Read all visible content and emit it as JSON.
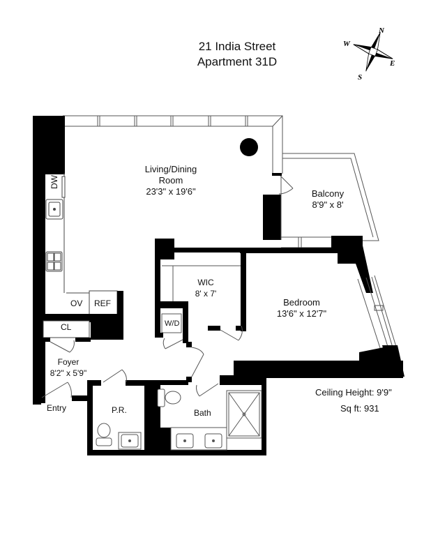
{
  "title": {
    "address": "21 India Street",
    "unit": "Apartment 31D"
  },
  "compass": {
    "icon": "compass-rose-icon",
    "n": "N",
    "s": "S",
    "e": "E",
    "w": "W"
  },
  "rooms": {
    "living": {
      "name_line1": "Living/Dining",
      "name_line2": "Room",
      "dims": "23'3\" x 19'6\""
    },
    "balcony": {
      "name": "Balcony",
      "dims": "8'9\" x 8'"
    },
    "wic": {
      "name": "WIC",
      "dims": "8' x 7'"
    },
    "bedroom": {
      "name": "Bedroom",
      "dims": "13'6\" x 12'7\""
    },
    "foyer": {
      "name": "Foyer",
      "dims": "8'2\" x 5'9\""
    },
    "powder_room": {
      "name": "P.R."
    },
    "bath": {
      "name": "Bath"
    }
  },
  "fixtures": {
    "dishwasher": "DW",
    "oven": "OV",
    "refrigerator": "REF",
    "closet": "CL",
    "washer_dryer": "W/D"
  },
  "labels": {
    "entry": "Entry"
  },
  "info": {
    "ceiling_height": "Ceiling Height: 9'9\"",
    "sq_ft": "Sq ft: 931"
  },
  "colors": {
    "wall": "#000000",
    "background": "#ffffff",
    "line": "#555555"
  }
}
